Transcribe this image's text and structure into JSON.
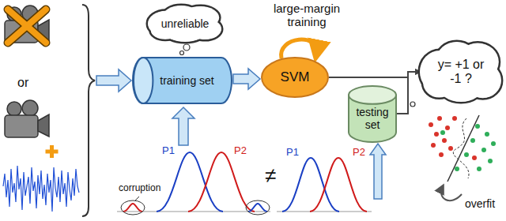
{
  "diagram": {
    "nodes": [
      {
        "text": [
          "unreliable"
        ]
      },
      {
        "text": [
          "training set"
        ]
      },
      {
        "text": [
          "SVM"
        ]
      },
      {
        "text": [
          "testing set"
        ]
      },
      {
        "text": [
          "y= +1 or -1 ?"
        ]
      }
    ],
    "edges": [
      {
        "from": 1,
        "to": 2,
        "arrow": "to"
      },
      {
        "from": 2,
        "to": 4,
        "arrow": "to"
      },
      {
        "from": 3,
        "to": 4,
        "arrow": "to"
      }
    ],
    "labels": [
      "or",
      "large-margin training",
      "P1",
      "P2",
      "corruption",
      "≠",
      "P1",
      "P2",
      "overfit"
    ]
  }
}
